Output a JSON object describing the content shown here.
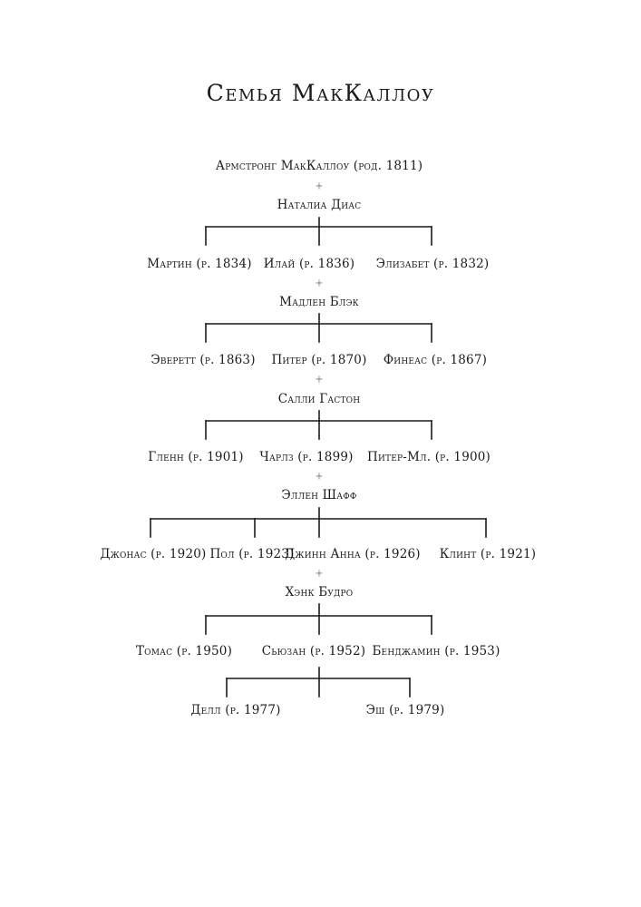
{
  "title": "Семья МакКаллоу",
  "plus_sign": "+",
  "generations": [
    {
      "name": "Армстронг МакКаллоу (род. 1811)",
      "spouse": "Наталиа Диас",
      "children": [
        "Мартин (р. 1834)",
        "Илай (р. 1836)",
        "Элизабет (р. 1832)"
      ],
      "heir_index": 1
    },
    {
      "name": "Илай (р. 1836)",
      "spouse": "Мадлен Блэк",
      "children": [
        "Эверетт (р. 1863)",
        "Питер (р. 1870)",
        "Финеас (р. 1867)"
      ],
      "heir_index": 1
    },
    {
      "name": "Питер (р. 1870)",
      "spouse": "Салли Гастон",
      "children": [
        "Гленн (р. 1901)",
        "Чарлз (р. 1899)",
        "Питер-Мл. (р. 1900)"
      ],
      "heir_index": 1
    },
    {
      "name": "Чарлз (р. 1899)",
      "spouse": "Эллен Шафф",
      "children": [
        "Джонас (р. 1920)",
        "Пол (р. 1923)",
        "Джинн Анна (р. 1926)",
        "Клинт (р. 1921)"
      ],
      "heir_index": 2
    },
    {
      "name": "Джинн Анна (р. 1926)",
      "spouse": "Хэнк Будро",
      "children": [
        "Томас (р. 1950)",
        "Сьюзан (р. 1952)",
        "Бенджамин (р. 1953)"
      ],
      "heir_index": 1
    },
    {
      "name": "Сьюзан (р. 1952)",
      "spouse": null,
      "children": [
        "Делл (р. 1977)",
        "Эш (р. 1979)"
      ],
      "heir_index": null
    }
  ]
}
